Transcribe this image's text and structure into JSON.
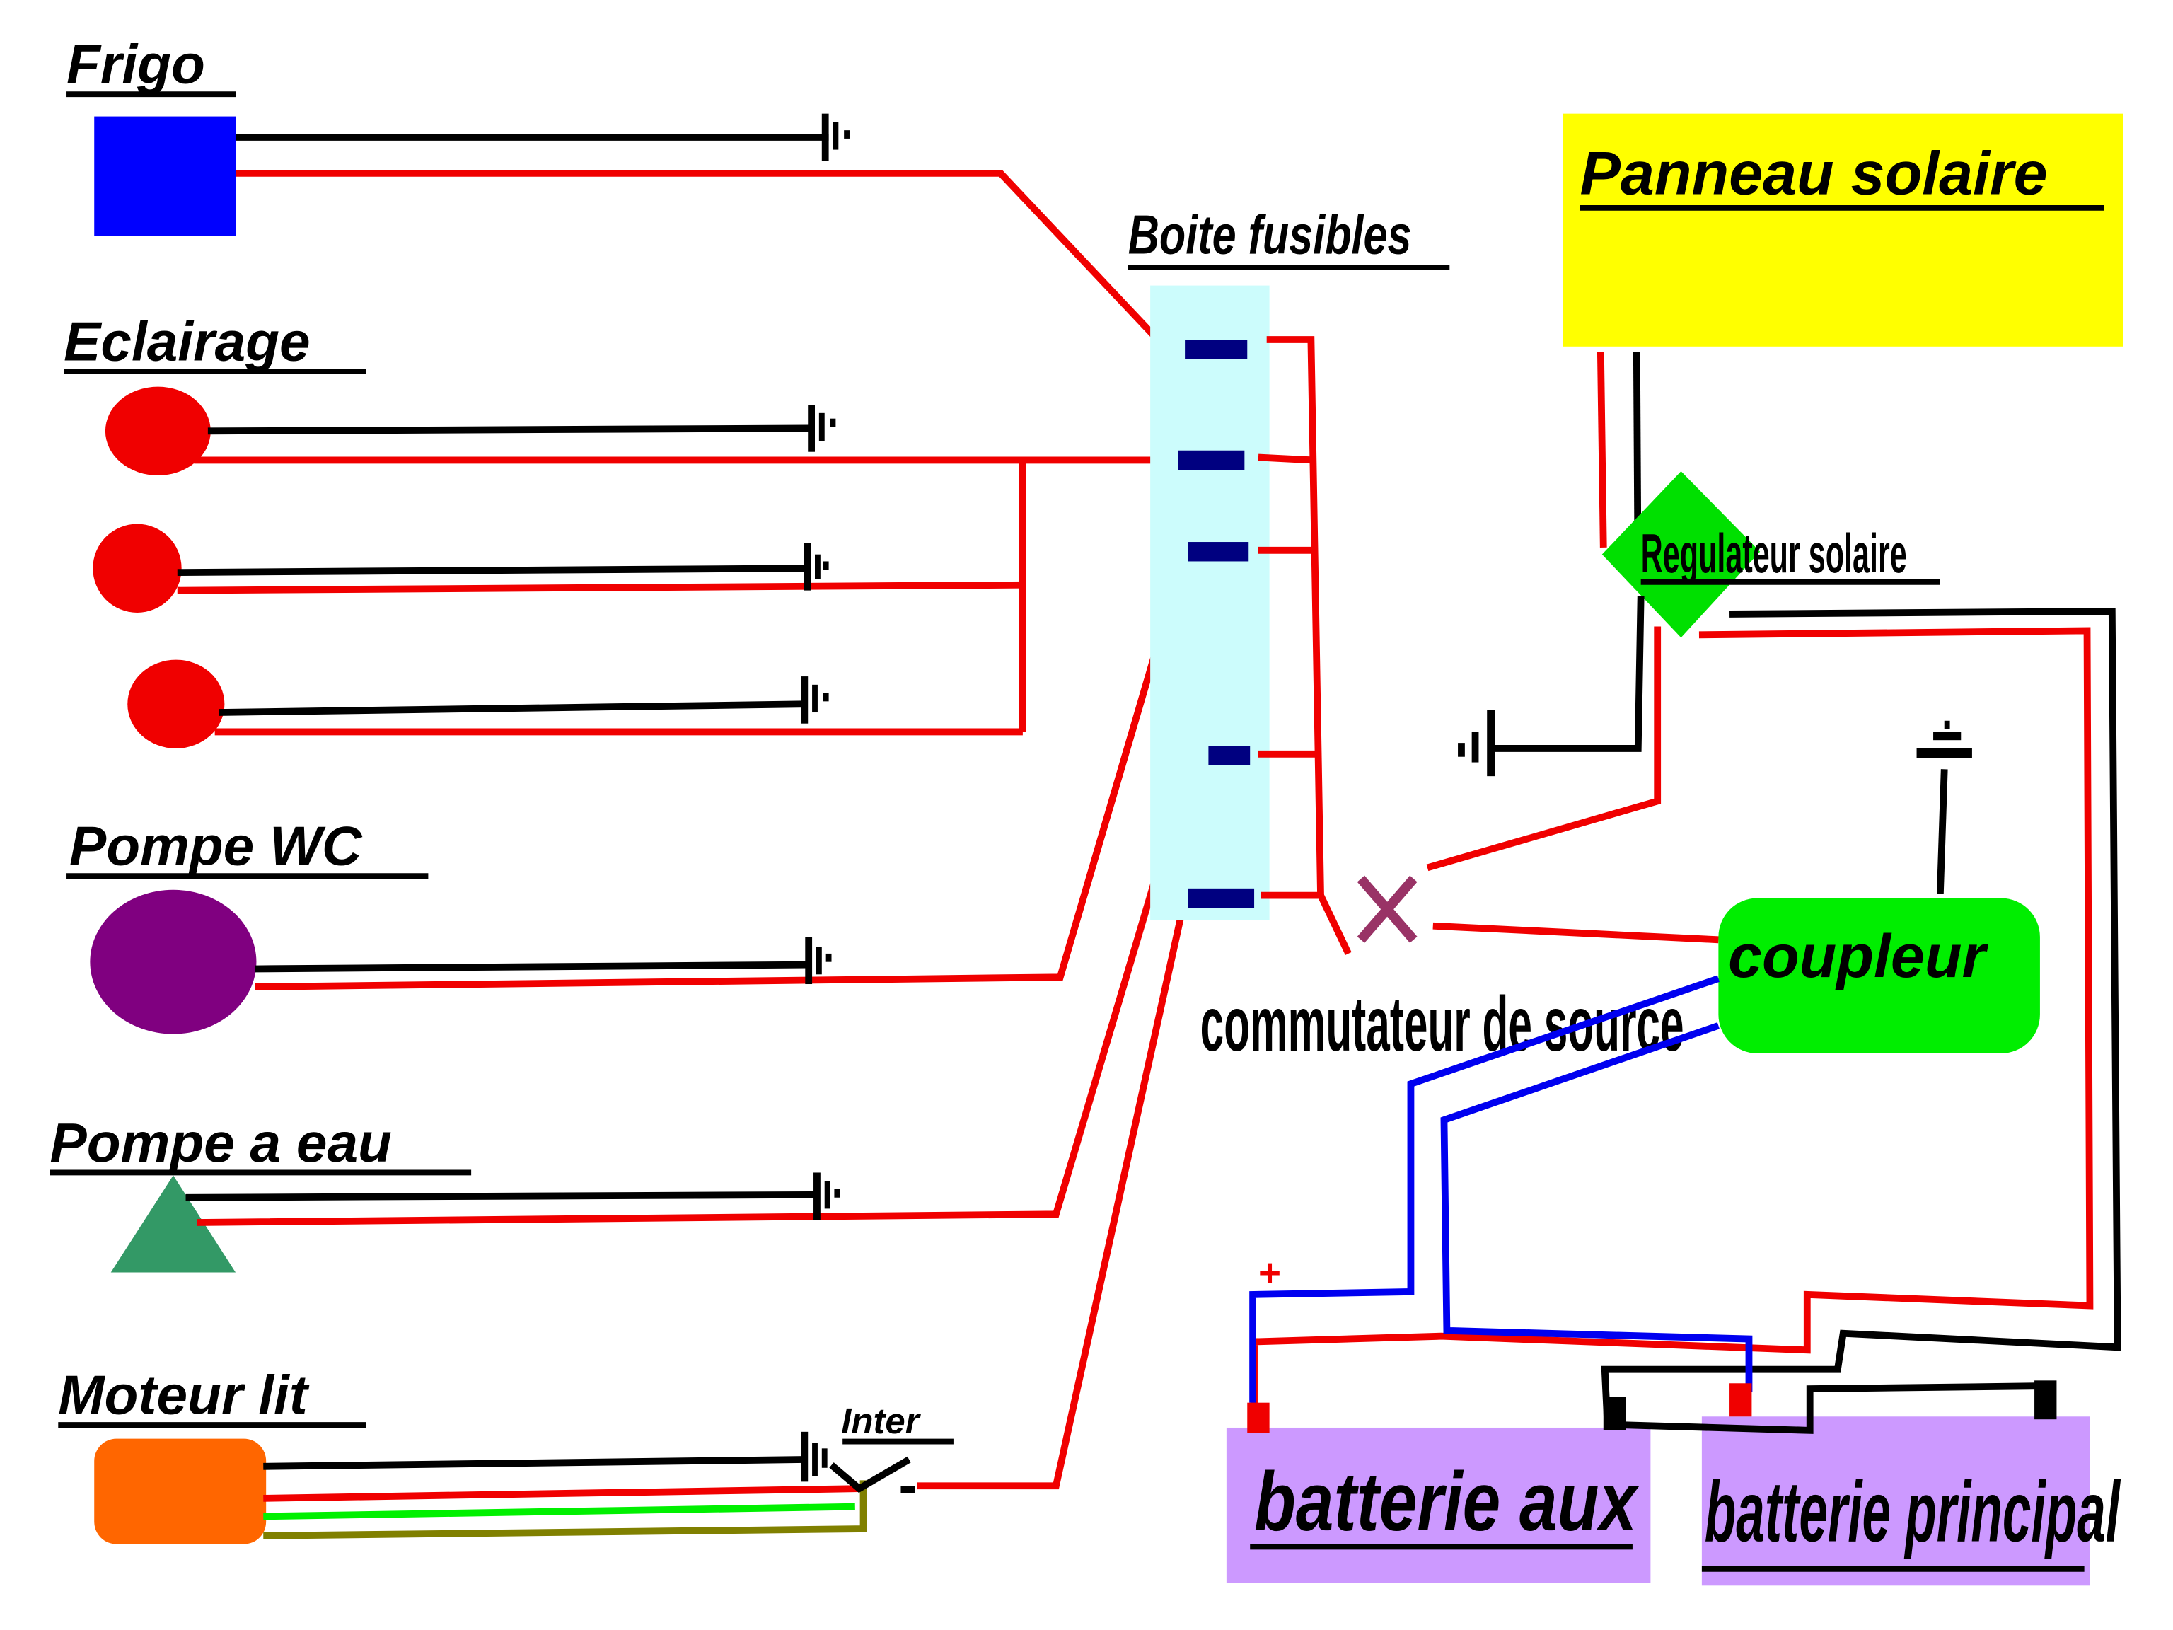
{
  "title": "Schema electrique camping-car",
  "colors": {
    "positive_wire": "#f00000",
    "negative_wire": "#000000",
    "coupler_wire": "#0000f0",
    "fuse_box": "#ccfcfc",
    "fuse": "#000080",
    "solar_panel": "#ffff00",
    "regulator": "#00e000",
    "coupler": "#00ee00",
    "battery": "#cc99ff",
    "switch_x": "#993366",
    "fridge": "#0000ff",
    "lamp": "#f00000",
    "wc_pump": "#800080",
    "water_pump": "#339966",
    "bed_motor": "#ff6600"
  },
  "consumers": [
    {
      "id": "frigo",
      "label": "Frigo",
      "shape": "square",
      "icon": "fridge-icon"
    },
    {
      "id": "eclairage",
      "label": "Eclairage",
      "shape": "circle",
      "icon": "lamp-icon",
      "count": 3
    },
    {
      "id": "pompe-wc",
      "label": "Pompe WC",
      "shape": "circle",
      "icon": "wc-pump-icon"
    },
    {
      "id": "pompe-eau",
      "label": "Pompe a eau",
      "shape": "triangle",
      "icon": "water-pump-icon"
    },
    {
      "id": "moteur-lit",
      "label": "Moteur lit",
      "shape": "rounded-rect",
      "icon": "bed-motor-icon"
    }
  ],
  "switch_inter": {
    "label": "Inter"
  },
  "fuse_box": {
    "label": "Boite fusibles",
    "fuse_count": 5
  },
  "solar_panel": {
    "label": "Panneau solaire"
  },
  "regulator": {
    "label": "Regulateur solaire"
  },
  "source_switch": {
    "label": "commutateur de source"
  },
  "coupler": {
    "label": "coupleur"
  },
  "batteries": [
    {
      "id": "aux",
      "label": "batterie aux",
      "terminal_mark": "+"
    },
    {
      "id": "principal",
      "label": "batterie principal"
    }
  ]
}
